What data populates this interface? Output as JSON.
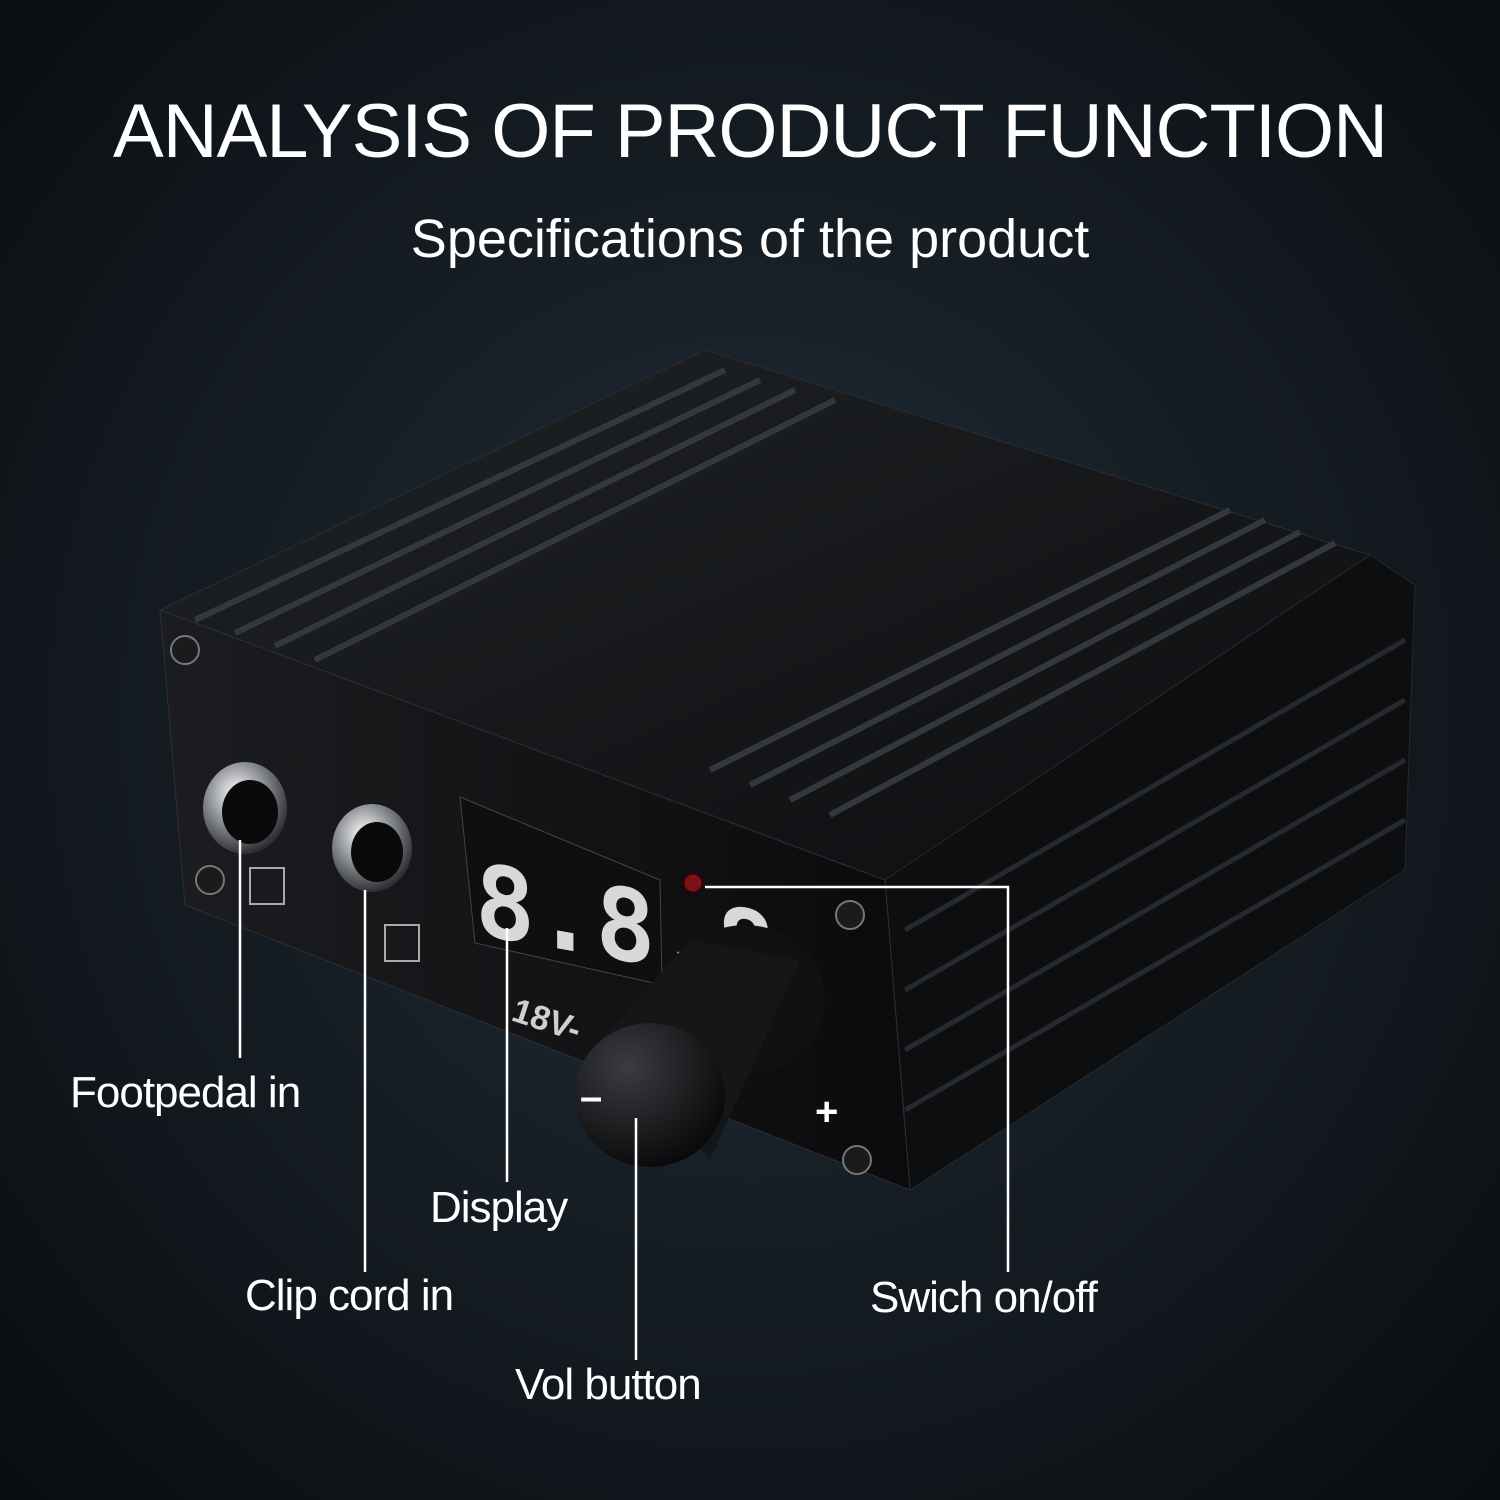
{
  "header": {
    "title": "ANALYSIS OF PRODUCT FUNCTION",
    "subtitle": "Specifications of the product"
  },
  "device": {
    "display_readout": "8.8.8",
    "voltage_marking": "18V-",
    "knob_minus": "–",
    "knob_plus": "+"
  },
  "callouts": {
    "footpedal": "Footpedal in",
    "clip_cord": "Clip cord in",
    "display": "Display",
    "vol_button": "Vol button",
    "switch": "Swich on/off"
  },
  "colors": {
    "background": "#161e25",
    "text": "#ffffff",
    "led": "#7a1218",
    "display_segments": "#d8d8d8"
  }
}
